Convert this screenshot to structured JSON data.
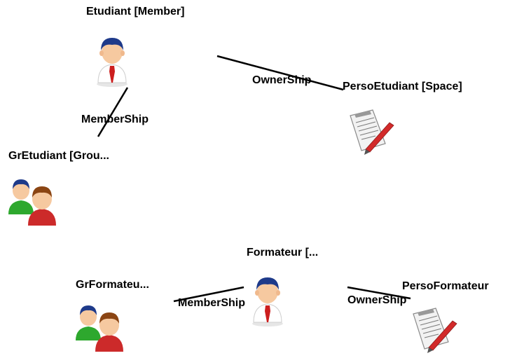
{
  "nodes": [
    {
      "id": "etudiant",
      "label": "Etudiant [Member]",
      "icon": "user-icon"
    },
    {
      "id": "persoetudiant",
      "label": "PersoEtudiant [Space]",
      "icon": "document-icon"
    },
    {
      "id": "gretudiant",
      "label": "GrEtudiant [Grou...",
      "icon": "group-icon"
    },
    {
      "id": "formateur",
      "label": "Formateur [...",
      "icon": "user-icon"
    },
    {
      "id": "grformateur",
      "label": "GrFormateu...",
      "icon": "group-icon"
    },
    {
      "id": "persoformateur",
      "label": "PersoFormateur",
      "icon": "document-icon"
    }
  ],
  "edges": [
    {
      "id": "e1",
      "from": "etudiant",
      "to": "persoetudiant",
      "label": "OwnerShip"
    },
    {
      "id": "e2",
      "from": "etudiant",
      "to": "gretudiant",
      "label": "MemberShip"
    },
    {
      "id": "e3",
      "from": "formateur",
      "to": "grformateur",
      "label": "MemberShip"
    },
    {
      "id": "e4",
      "from": "formateur",
      "to": "persoformateur",
      "label": "OwnerShip"
    }
  ],
  "colors": {
    "background": "#ffffff",
    "edge": "#000000",
    "text": "#000000",
    "user_face": "#f6c9a0",
    "user_hair": "#1e3a8a",
    "user_shirt": "#ffffff",
    "user_tie": "#cc1e1e",
    "group_front_shirt": "#cc2a2a",
    "group_back_shirt": "#2ea82e",
    "doc_paper": "#f2f2f2",
    "pen_red": "#d22a2a"
  }
}
